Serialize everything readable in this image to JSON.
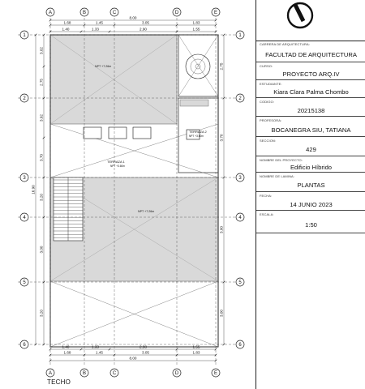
{
  "plan": {
    "grid_letters": [
      "A",
      "B",
      "C",
      "D",
      "E"
    ],
    "grid_numbers": [
      "1",
      "2",
      "3",
      "4",
      "5",
      "6"
    ],
    "top_dims_partial": [
      "1.68",
      "1.45",
      "3.05",
      "1.83"
    ],
    "top_dims_sub": [
      "1.40",
      "1.33",
      "2.90",
      "1.55"
    ],
    "top_dim_total": "8.00",
    "bottom_dims_sub": [
      "1.40",
      "1.33",
      "2.98",
      "1.55"
    ],
    "bottom_dims_partial": [
      "1.68",
      "1.45",
      "3.05",
      "1.83"
    ],
    "bottom_dim_total": "8.00",
    "left_dims": [
      "3.02",
      "2.75",
      "3.92",
      "3.70",
      "3.20",
      "3.00",
      "3.20"
    ],
    "left_total": "16.90",
    "right_dims": [
      "2.75",
      "3.70",
      "3.00",
      "3.00"
    ],
    "labels": {
      "npt_top": "NPT +7.26m",
      "npt_main": "NPT +7.26m",
      "terraza1": "TERRAZA 1",
      "terraza1_level": "NPT +3.60m",
      "terraza2": "TERRAZA 2",
      "terraza2_level": "NPT +3.60m"
    },
    "title": "TECHO"
  },
  "panel": {
    "fields": [
      {
        "label": "CARRERA DE ARQUITECTURA:",
        "value": "FACULTAD DE ARQUITECTURA"
      },
      {
        "label": "CURSO:",
        "value": "PROYECTO ARQ.IV"
      },
      {
        "label": "ESTUDIANTE:",
        "value": "Kiara Clara Palma Chombo"
      },
      {
        "label": "CODIGO:",
        "value": "20215138"
      },
      {
        "label": "PROFESORA:",
        "value": "BOCANEGRA SIU, TATIANA"
      },
      {
        "label": "SECCION:",
        "value": "429"
      },
      {
        "label": "NOMBRE DEL PROYECTO:",
        "value": "Edificio Híbrido"
      },
      {
        "label": "NOMBRE DE LAMINA:",
        "value": "PLANTAS"
      },
      {
        "label": "FECHA:",
        "value": "14 JUNIO 2023"
      },
      {
        "label": "ESCALA:",
        "value": "1:50"
      }
    ]
  }
}
